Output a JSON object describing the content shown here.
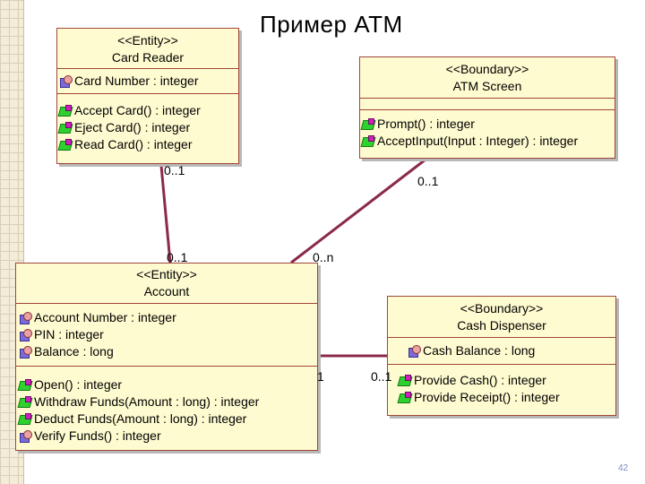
{
  "title": "Пример ATM",
  "page_number": "42",
  "classes": {
    "card_reader": {
      "stereotype": "<<Entity>>",
      "name": "Card Reader",
      "attributes": [
        "Card Number : integer"
      ],
      "operations": [
        "Accept Card() : integer",
        "Eject Card() : integer",
        "Read Card() : integer"
      ]
    },
    "atm_screen": {
      "stereotype": "<<Boundary>>",
      "name": "ATM Screen",
      "operations": [
        "Prompt() : integer",
        "AcceptInput(Input : Integer) : integer"
      ]
    },
    "account": {
      "stereotype": "<<Entity>>",
      "name": "Account",
      "attributes": [
        "Account Number : integer",
        "PIN : integer",
        "Balance : long"
      ],
      "operations": [
        "Open() : integer",
        "Withdraw Funds(Amount : long) : integer",
        "Deduct Funds(Amount : long) : integer",
        "Verify Funds() : integer"
      ]
    },
    "cash_dispenser": {
      "stereotype": "<<Boundary>>",
      "name": "Cash Dispenser",
      "attributes": [
        "Cash Balance : long"
      ],
      "operations": [
        "Provide Cash() : integer",
        "Provide Receipt() : integer"
      ]
    }
  },
  "multiplicities": {
    "reader_side": "0..1",
    "account_top": "0..1",
    "screen_side": "0..1",
    "account_screen_side": "0..n",
    "account_right": "1",
    "dispenser_left": "0..1"
  },
  "colors": {
    "class_fill": "#fffbd0",
    "class_border": "#a0463a",
    "link": "#8b2a4a"
  }
}
